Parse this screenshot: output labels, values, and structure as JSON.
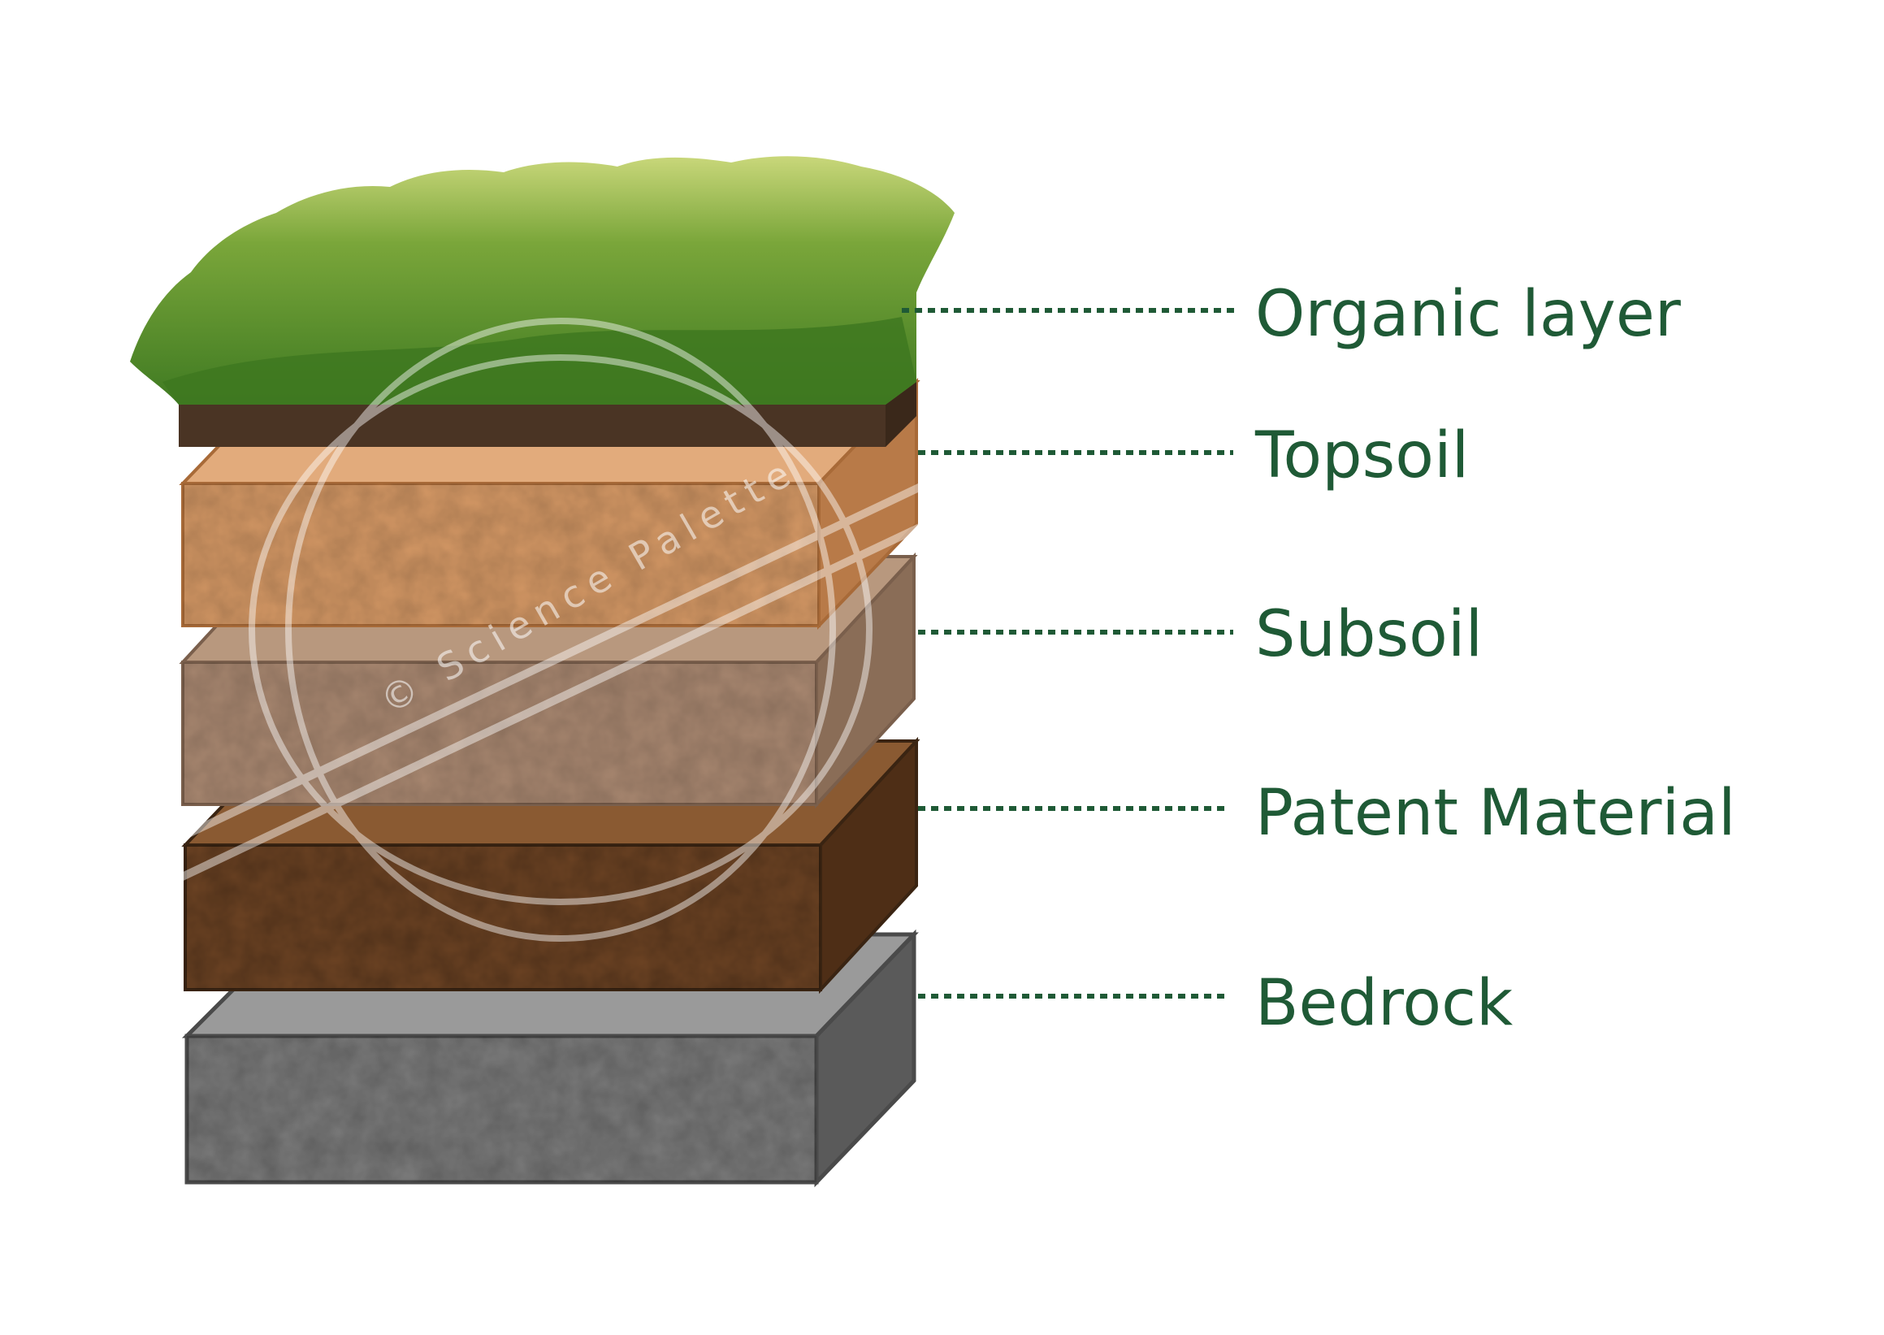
{
  "diagram": {
    "label_color": "#1f5a36",
    "leader_color": "#1f5a36",
    "watermark_text": "© Science Palette",
    "layers": [
      {
        "id": "organic",
        "label": "Organic layer",
        "top_color": "#5a8a2a",
        "front_color": "#4a3424",
        "side_color": "#3a281a"
      },
      {
        "id": "topsoil",
        "label": "Topsoil",
        "top_color": "#e2ab7c",
        "front_color": "#d49865",
        "side_color": "#b87a48"
      },
      {
        "id": "subsoil",
        "label": "Subsoil",
        "top_color": "#b8987e",
        "front_color": "#a88770",
        "side_color": "#8a6d57"
      },
      {
        "id": "patent",
        "label": "Patent Material",
        "top_color": "#8a5a32",
        "front_color": "#6e4424",
        "side_color": "#4e2e16"
      },
      {
        "id": "bedrock",
        "label": "Bedrock",
        "top_color": "#9a9a9a",
        "front_color": "#7c7c7c",
        "side_color": "#5a5a5a"
      }
    ]
  }
}
